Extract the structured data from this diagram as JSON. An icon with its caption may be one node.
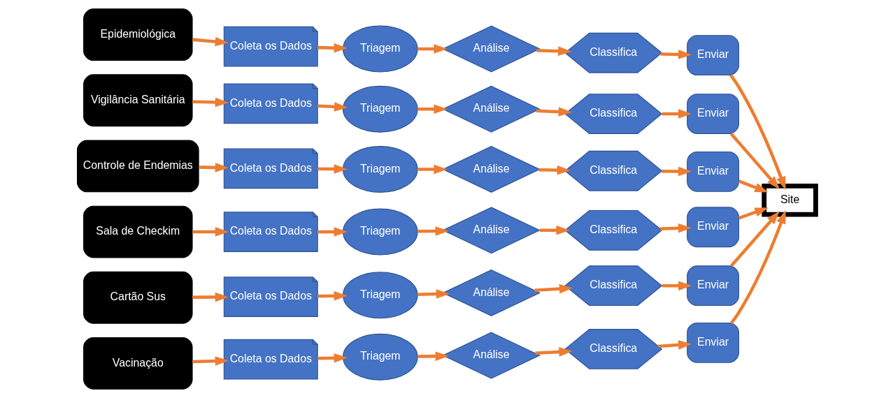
{
  "diagram": {
    "nodes": [
      {
        "text": [
          "Epidemiológica"
        ]
      },
      {
        "text": [
          "Coleta os Dados"
        ]
      },
      {
        "text": [
          "Triagem"
        ]
      },
      {
        "text": [
          "Análise"
        ]
      },
      {
        "text": [
          "Classifica"
        ]
      },
      {
        "text": [
          "Enviar"
        ]
      },
      {
        "text": [
          "Vigilância Sanitária"
        ]
      },
      {
        "text": [
          "Coleta os Dados"
        ]
      },
      {
        "text": [
          "Triagem"
        ]
      },
      {
        "text": [
          "Análise"
        ]
      },
      {
        "text": [
          "Classifica"
        ]
      },
      {
        "text": [
          "Enviar"
        ]
      },
      {
        "text": [
          "Controle de Endemias"
        ]
      },
      {
        "text": [
          "Coleta os Dados"
        ]
      },
      {
        "text": [
          "Triagem"
        ]
      },
      {
        "text": [
          "Análise"
        ]
      },
      {
        "text": [
          "Classifica"
        ]
      },
      {
        "text": [
          "Enviar"
        ]
      },
      {
        "text": [
          "Sala de Checkim"
        ]
      },
      {
        "text": [
          "Coleta os Dados"
        ]
      },
      {
        "text": [
          "Triagem"
        ]
      },
      {
        "text": [
          "Análise"
        ]
      },
      {
        "text": [
          "Classifica"
        ]
      },
      {
        "text": [
          "Enviar"
        ]
      },
      {
        "text": [
          "Cartão Sus"
        ]
      },
      {
        "text": [
          "Coleta os Dados"
        ]
      },
      {
        "text": [
          "Triagem"
        ]
      },
      {
        "text": [
          "Análise"
        ]
      },
      {
        "text": [
          "Classifica"
        ]
      },
      {
        "text": [
          "Enviar"
        ]
      },
      {
        "text": [
          "Vacinação"
        ]
      },
      {
        "text": [
          "Coleta os Dados"
        ]
      },
      {
        "text": [
          "Triagem"
        ]
      },
      {
        "text": [
          "Análise"
        ]
      },
      {
        "text": [
          "Classifica"
        ]
      },
      {
        "text": [
          "Enviar"
        ]
      },
      {
        "text": [
          "Site"
        ]
      }
    ],
    "edges": [
      {
        "from": 0,
        "to": 1,
        "arrow": "to"
      },
      {
        "from": 1,
        "to": 2,
        "arrow": "to"
      },
      {
        "from": 2,
        "to": 3,
        "arrow": "to"
      },
      {
        "from": 3,
        "to": 4,
        "arrow": "to"
      },
      {
        "from": 4,
        "to": 5,
        "arrow": "to"
      },
      {
        "from": 5,
        "to": 36,
        "arrow": "to"
      },
      {
        "from": 6,
        "to": 7,
        "arrow": "to"
      },
      {
        "from": 7,
        "to": 8,
        "arrow": "to"
      },
      {
        "from": 8,
        "to": 9,
        "arrow": "to"
      },
      {
        "from": 9,
        "to": 10,
        "arrow": "to"
      },
      {
        "from": 10,
        "to": 11,
        "arrow": "to"
      },
      {
        "from": 11,
        "to": 36,
        "arrow": "to"
      },
      {
        "from": 12,
        "to": 13,
        "arrow": "to"
      },
      {
        "from": 13,
        "to": 14,
        "arrow": "to"
      },
      {
        "from": 14,
        "to": 15,
        "arrow": "to"
      },
      {
        "from": 15,
        "to": 16,
        "arrow": "to"
      },
      {
        "from": 16,
        "to": 17,
        "arrow": "to"
      },
      {
        "from": 17,
        "to": 36,
        "arrow": "to"
      },
      {
        "from": 18,
        "to": 19,
        "arrow": "to"
      },
      {
        "from": 19,
        "to": 20,
        "arrow": "to"
      },
      {
        "from": 20,
        "to": 21,
        "arrow": "to"
      },
      {
        "from": 21,
        "to": 22,
        "arrow": "to"
      },
      {
        "from": 22,
        "to": 23,
        "arrow": "to"
      },
      {
        "from": 23,
        "to": 36,
        "arrow": "to"
      },
      {
        "from": 24,
        "to": 25,
        "arrow": "to"
      },
      {
        "from": 25,
        "to": 26,
        "arrow": "to"
      },
      {
        "from": 26,
        "to": 27,
        "arrow": "to"
      },
      {
        "from": 27,
        "to": 28,
        "arrow": "to"
      },
      {
        "from": 28,
        "to": 29,
        "arrow": "to"
      },
      {
        "from": 29,
        "to": 36,
        "arrow": "to"
      },
      {
        "from": 30,
        "to": 31,
        "arrow": "to"
      },
      {
        "from": 31,
        "to": 32,
        "arrow": "to"
      },
      {
        "from": 32,
        "to": 33,
        "arrow": "to"
      },
      {
        "from": 33,
        "to": 34,
        "arrow": "to"
      },
      {
        "from": 34,
        "to": 35,
        "arrow": "to"
      },
      {
        "from": 35,
        "to": 36,
        "arrow": "to"
      }
    ]
  }
}
